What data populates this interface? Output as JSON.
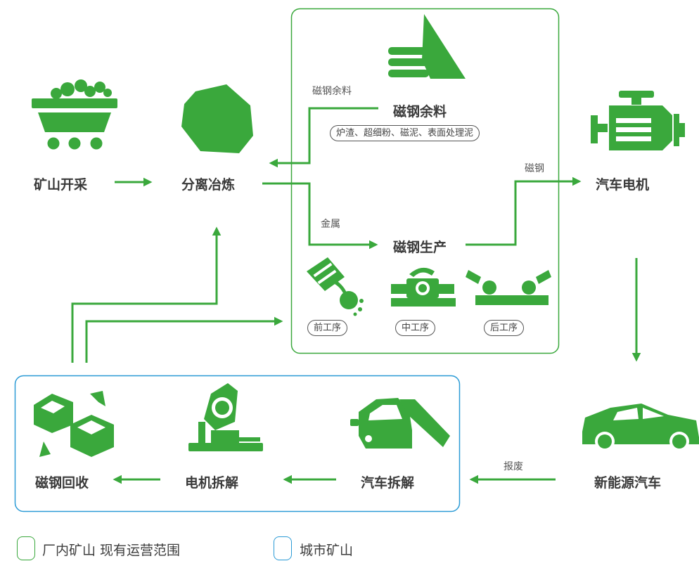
{
  "colors": {
    "green": "#3aa83c",
    "blue": "#2c9bd6",
    "text": "#3a3a3a"
  },
  "nodes": {
    "mining": "矿山开采",
    "smelting": "分离冶炼",
    "magnet_residue": "磁钢余料",
    "magnet_production": "磁钢生产",
    "car_motor": "汽车电机",
    "nev": "新能源汽车",
    "car_dismantle": "汽车拆解",
    "motor_dismantle": "电机拆解",
    "magnet_recycle": "磁钢回收"
  },
  "edge_labels": {
    "residue_to_smelting": "磁钢余料",
    "smelting_to_production": "金属",
    "production_to_motor": "磁钢",
    "nev_to_dismantle": "报废"
  },
  "residue_note": "炉渣、超细粉、磁泥、表面处理泥",
  "processes": [
    "前工序",
    "中工序",
    "后工序"
  ],
  "legend": {
    "green_label": "厂内矿山 现有运营范围",
    "blue_label": "城市矿山"
  },
  "icons": [
    "mine-cart-icon",
    "ore-rock-icon",
    "residue-logo-icon",
    "engine-icon",
    "car-icon",
    "car-repair-icon",
    "saw-icon",
    "recycle-cubes-icon",
    "pouring-icon",
    "machine-icon",
    "press-icon"
  ]
}
